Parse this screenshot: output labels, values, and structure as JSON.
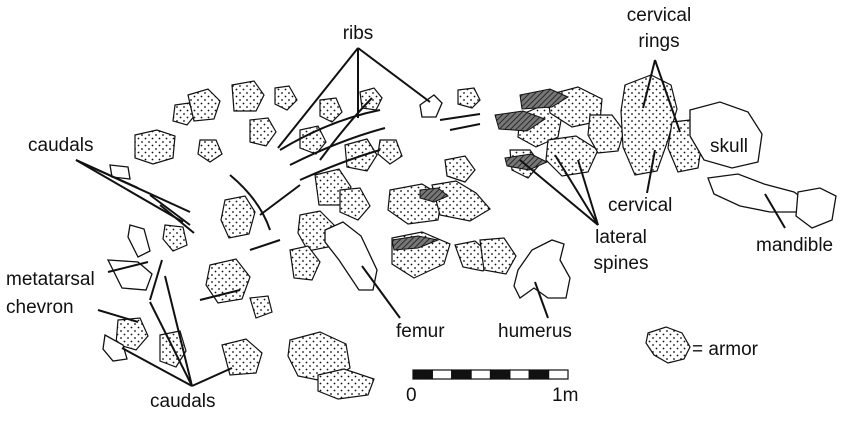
{
  "labels": {
    "ribs": "ribs",
    "cervical_rings_line1": "cervical",
    "cervical_rings_line2": "rings",
    "skull": "skull",
    "caudals_left": "caudals",
    "cervical": "cervical",
    "lateral_spines_line1": "lateral",
    "lateral_spines_line2": "spines",
    "mandible": "mandible",
    "metatarsal": "metatarsal",
    "chevron": "chevron",
    "femur": "femur",
    "humerus": "humerus",
    "armor_legend": "= armor",
    "caudals_bottom": "caudals"
  },
  "scale_bar": {
    "start_label": "0",
    "end_label": "1m",
    "segments": 8
  },
  "colors": {
    "ink": "#111111",
    "background": "#ffffff",
    "hatched_bone": "#444444"
  }
}
